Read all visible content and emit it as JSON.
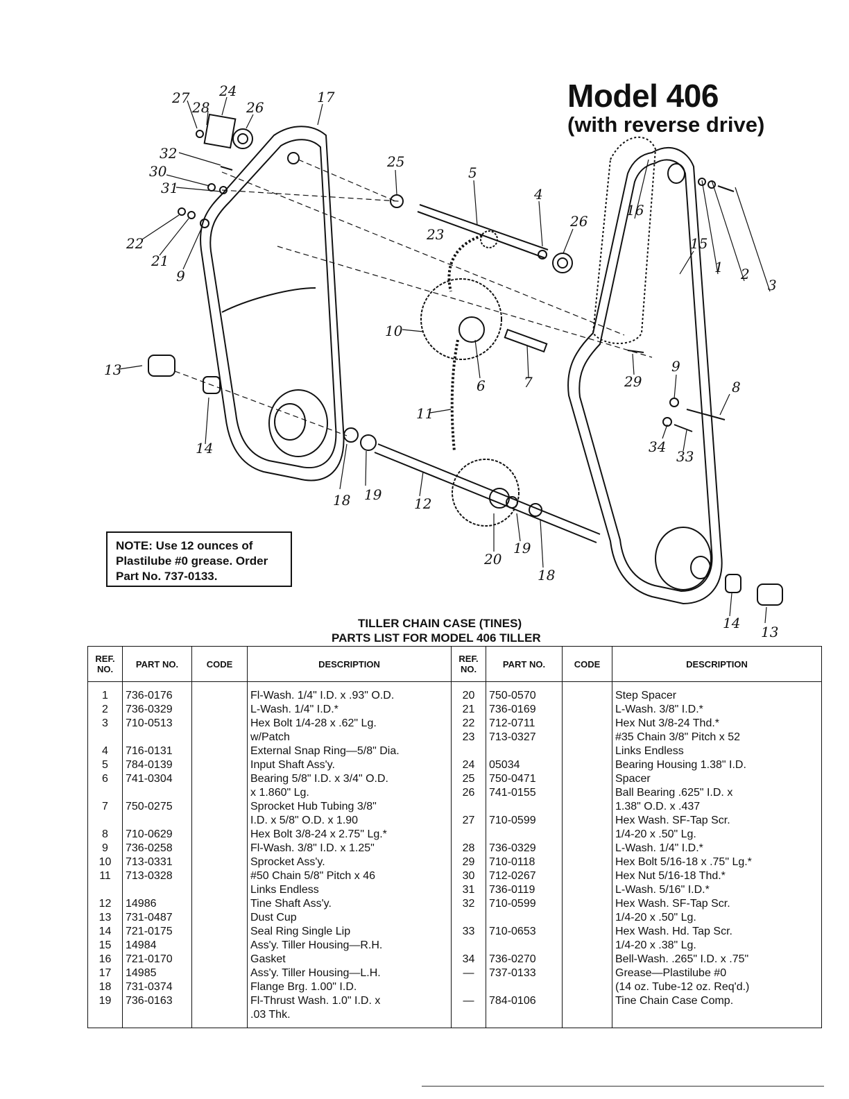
{
  "title": "Model 406",
  "subtitle": "(with reverse drive)",
  "callouts": {
    "c27": "27",
    "c24": "24",
    "c28": "28",
    "c26a": "26",
    "c17": "17",
    "c32": "32",
    "c30": "30",
    "c31": "31",
    "c22": "22",
    "c21": "21",
    "c9a": "9",
    "c25": "25",
    "c5": "5",
    "c4": "4",
    "c26b": "26",
    "c16": "16",
    "c15": "15",
    "c23": "23",
    "c1": "1",
    "c2": "2",
    "c3": "3",
    "c10": "10",
    "c6": "6",
    "c7": "7",
    "c29": "29",
    "c9b": "9",
    "c8": "8",
    "c13a": "13",
    "c14a": "14",
    "c11": "11",
    "c18a": "18",
    "c19a": "19",
    "c12": "12",
    "c34": "34",
    "c33": "33",
    "c20": "20",
    "c19b": "19",
    "c18b": "18",
    "c14b": "14",
    "c13b": "13"
  },
  "note": {
    "line1": "NOTE: Use 12 ounces of",
    "line2": "Plastilube #0 grease. Order",
    "line3": "Part No. 737-0133."
  },
  "heading1": "TILLER CHAIN CASE (TINES)",
  "heading2": "PARTS LIST FOR MODEL 406 TILLER",
  "table": {
    "headers": {
      "ref": "REF. NO.",
      "part": "PART NO.",
      "code": "CODE",
      "desc": "DESCRIPTION"
    },
    "left": {
      "ref": "1\n2\n3\n\n4\n5\n6\n\n7\n\n8\n9\n10\n11\n\n12\n13\n14\n15\n16\n17\n18\n19",
      "part": "736-0176\n736-0329\n710-0513\n\n716-0131\n784-0139\n741-0304\n\n750-0275\n\n710-0629\n736-0258\n713-0331\n713-0328\n\n14986\n731-0487\n721-0175\n14984\n721-0170\n14985\n731-0374\n736-0163",
      "desc": "Fl-Wash. 1/4\" I.D. x .93\" O.D.\nL-Wash. 1/4\" I.D.*\nHex Bolt 1/4-28 x .62\" Lg.\n    w/Patch\nExternal Snap Ring—5/8\" Dia.\nInput Shaft Ass'y.\nBearing 5/8\" I.D. x 3/4\" O.D.\n    x 1.860\" Lg.\nSprocket Hub Tubing 3/8\"\n    I.D. x 5/8\" O.D. x 1.90\nHex Bolt 3/8-24 x 2.75\" Lg.*\nFl-Wash. 3/8\" I.D. x 1.25\"\nSprocket Ass'y.\n#50 Chain 5/8\" Pitch x 46\n    Links Endless\nTine Shaft Ass'y.\nDust Cup\nSeal Ring Single Lip\nAss'y. Tiller Housing—R.H.\nGasket\nAss'y. Tiller Housing—L.H.\nFlange Brg. 1.00\" I.D.\nFl-Thrust Wash. 1.0\" I.D. x\n    .03 Thk."
    },
    "right": {
      "ref": "20\n21\n22\n23\n\n24\n25\n26\n\n27\n\n28\n29\n30\n31\n32\n\n33\n\n34\n—\n\n—",
      "part": "750-0570\n736-0169\n712-0711\n713-0327\n\n05034\n750-0471\n741-0155\n\n710-0599\n\n736-0329\n710-0118\n712-0267\n736-0119\n710-0599\n\n710-0653\n\n736-0270\n737-0133\n\n784-0106",
      "desc": "Step Spacer\nL-Wash. 3/8\" I.D.*\nHex Nut 3/8-24 Thd.*\n#35 Chain 3/8\" Pitch x 52\n    Links Endless\nBearing Housing 1.38\" I.D.\nSpacer\nBall Bearing .625\" I.D. x\n    1.38\" O.D. x .437\nHex Wash. SF-Tap Scr.\n    1/4-20 x .50\" Lg.\nL-Wash. 1/4\" I.D.*\nHex Bolt 5/16-18 x .75\" Lg.*\nHex Nut 5/16-18 Thd.*\nL-Wash. 5/16\" I.D.*\nHex Wash. SF-Tap Scr.\n    1/4-20 x .50\" Lg.\nHex Wash. Hd. Tap Scr.\n    1/4-20 x .38\" Lg.\nBell-Wash. .265\" I.D. x .75\"\nGrease—Plastilube #0\n    (14 oz. Tube-12 oz. Req'd.)\nTine Chain Case Comp."
    }
  }
}
